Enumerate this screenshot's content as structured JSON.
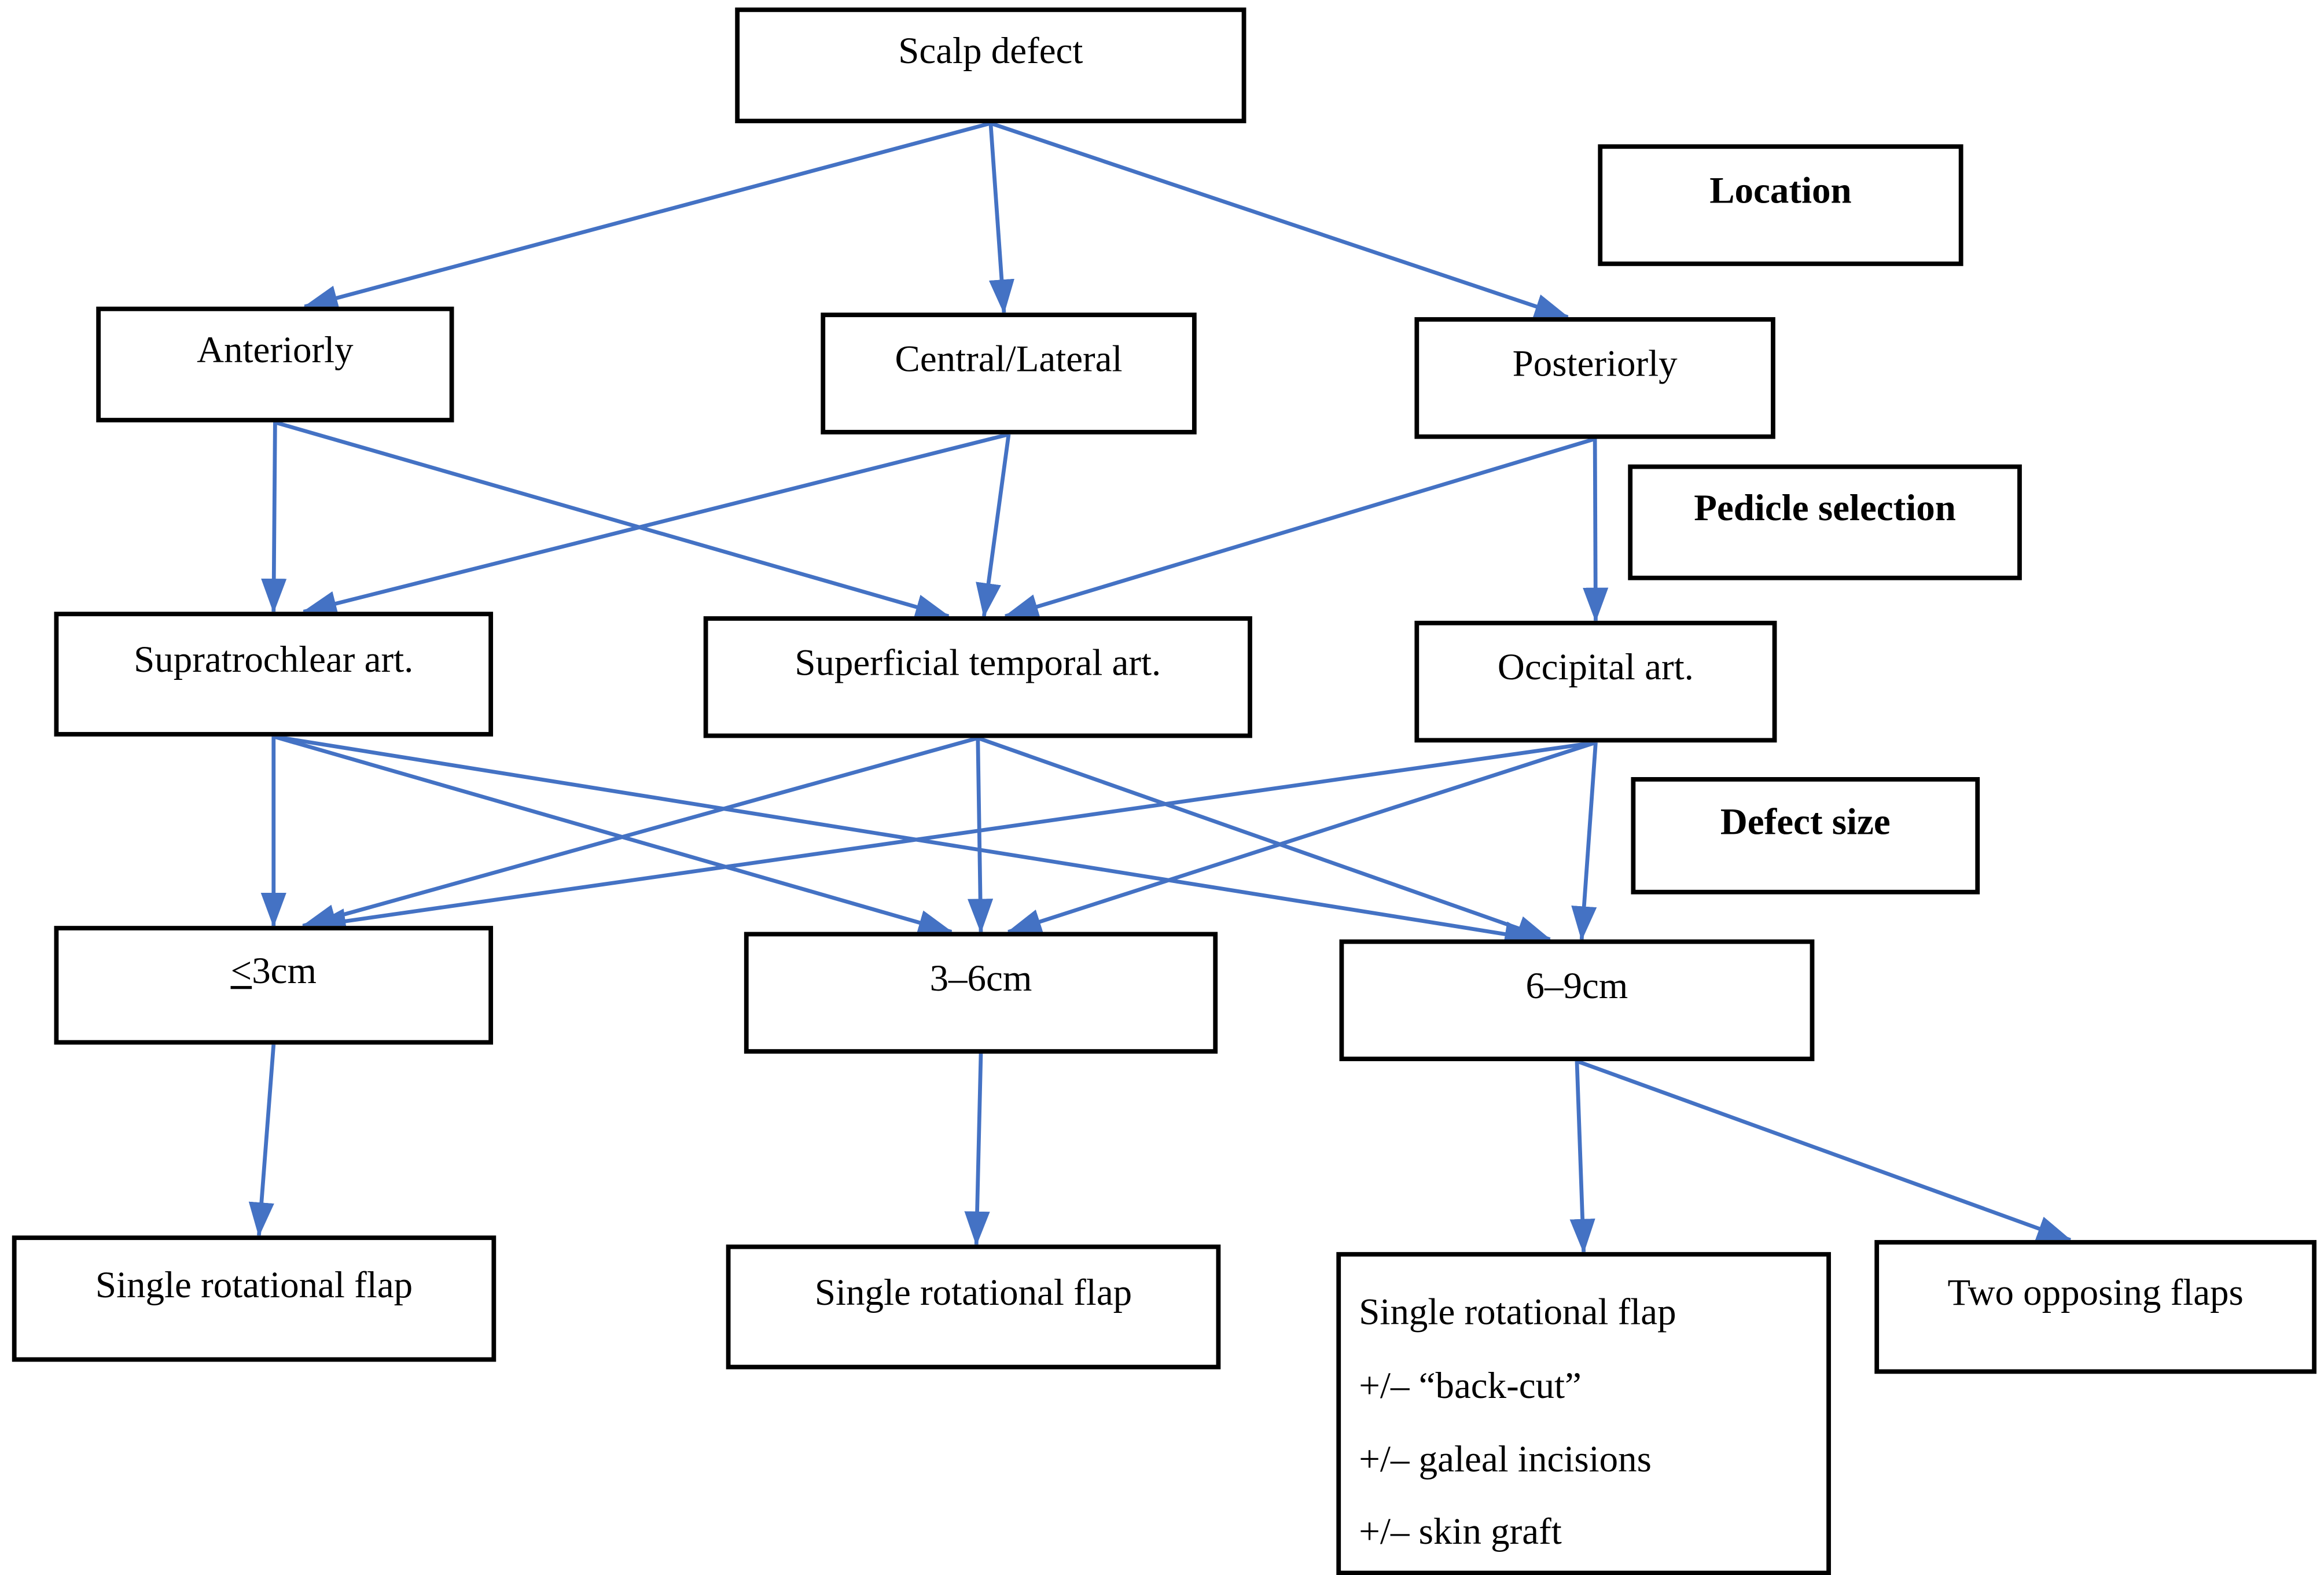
{
  "diagram": {
    "title_node": "Scalp defect",
    "arrow_color": "#4472C4",
    "border_color": "#000000",
    "nodes": [
      {
        "id": "scalp_defect",
        "label": "Scalp defect"
      },
      {
        "id": "location",
        "label": "Location",
        "stage": true
      },
      {
        "id": "anteriorly",
        "label": "Anteriorly"
      },
      {
        "id": "central_lateral",
        "label": "Central/Lateral"
      },
      {
        "id": "posteriorly",
        "label": "Posteriorly"
      },
      {
        "id": "pedicle_selection",
        "label": "Pedicle selection",
        "stage": true
      },
      {
        "id": "supratrochlear",
        "label": "Supratrochlear art."
      },
      {
        "id": "superficial_temporal",
        "label": "Superficial temporal art."
      },
      {
        "id": "occipital",
        "label": "Occipital art."
      },
      {
        "id": "defect_size",
        "label": "Defect size",
        "stage": true
      },
      {
        "id": "le3cm",
        "prefix": "<",
        "label": "3cm"
      },
      {
        "id": "cm36",
        "label": "3–6cm"
      },
      {
        "id": "cm69",
        "label": "6–9cm"
      },
      {
        "id": "flap1",
        "label": "Single rotational flap"
      },
      {
        "id": "flap2",
        "label": "Single rotational flap"
      },
      {
        "id": "flap3",
        "lines": [
          "Single rotational flap",
          "+/– “back-cut”",
          "+/– galeal incisions",
          "+/– skin graft"
        ]
      },
      {
        "id": "two_opposing",
        "label": "Two opposing flaps"
      }
    ],
    "edges": [
      {
        "from": "scalp_defect",
        "to": "anteriorly"
      },
      {
        "from": "scalp_defect",
        "to": "central_lateral"
      },
      {
        "from": "scalp_defect",
        "to": "posteriorly"
      },
      {
        "from": "anteriorly",
        "to": "supratrochlear"
      },
      {
        "from": "anteriorly",
        "to": "superficial_temporal"
      },
      {
        "from": "central_lateral",
        "to": "supratrochlear"
      },
      {
        "from": "central_lateral",
        "to": "superficial_temporal"
      },
      {
        "from": "posteriorly",
        "to": "superficial_temporal"
      },
      {
        "from": "posteriorly",
        "to": "occipital"
      },
      {
        "from": "supratrochlear",
        "to": "le3cm"
      },
      {
        "from": "supratrochlear",
        "to": "cm36"
      },
      {
        "from": "supratrochlear",
        "to": "cm69"
      },
      {
        "from": "superficial_temporal",
        "to": "le3cm"
      },
      {
        "from": "superficial_temporal",
        "to": "cm36"
      },
      {
        "from": "superficial_temporal",
        "to": "cm69"
      },
      {
        "from": "occipital",
        "to": "le3cm"
      },
      {
        "from": "occipital",
        "to": "cm36"
      },
      {
        "from": "occipital",
        "to": "cm69"
      },
      {
        "from": "le3cm",
        "to": "flap1"
      },
      {
        "from": "cm36",
        "to": "flap2"
      },
      {
        "from": "cm69",
        "to": "flap3"
      },
      {
        "from": "cm69",
        "to": "two_opposing"
      }
    ]
  }
}
